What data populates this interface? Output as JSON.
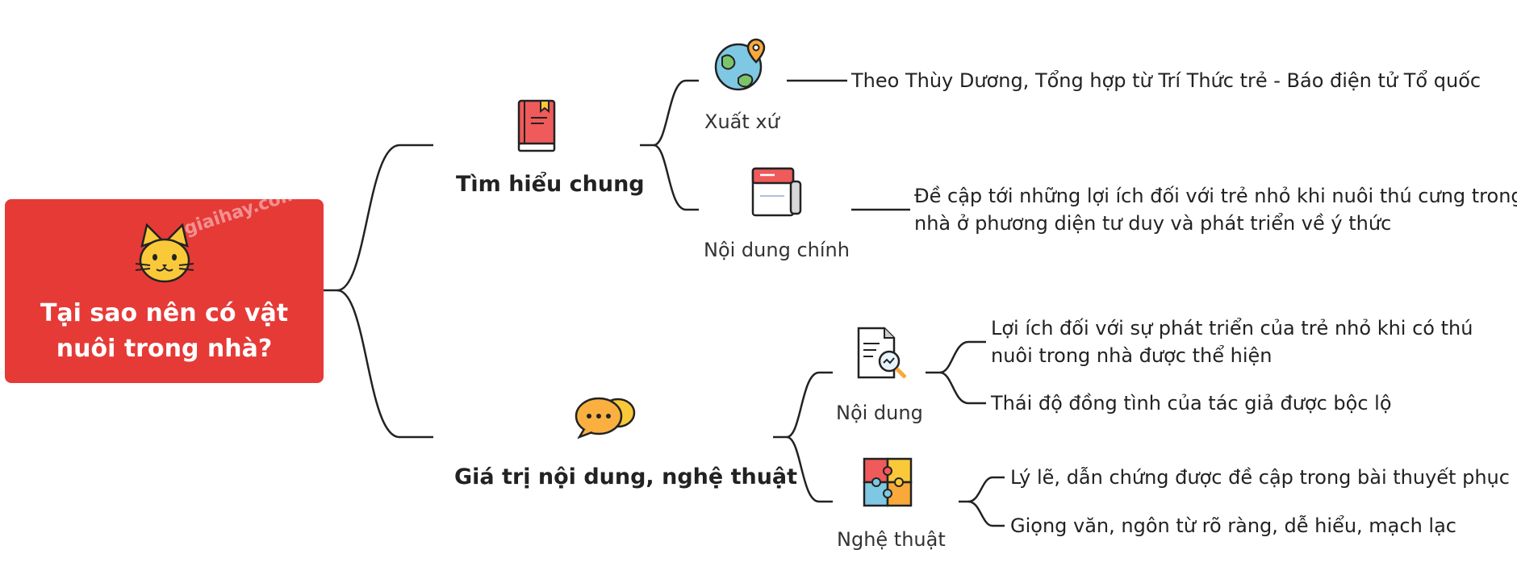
{
  "root": {
    "title_line1": "Tại sao nên có vật",
    "title_line2": "nuôi trong nhà?",
    "icon": "cat-icon",
    "watermark": "giaihay.com"
  },
  "branches": [
    {
      "label": "Tìm hiểu chung",
      "icon": "book-icon",
      "children": [
        {
          "label": "Xuất xứ",
          "icon": "globe-pin-icon",
          "details": [
            "Theo Thùy Dương, Tổng hợp từ Trí Thức trẻ - Báo điện tử Tổ quốc"
          ]
        },
        {
          "label": "Nội dung chính",
          "icon": "calendar-notebook-icon",
          "details": [
            "Đề cập tới những lợi ích đối với trẻ nhỏ khi nuôi thú cưng trong",
            "nhà ở phương diện tư duy và phát triển về ý thức"
          ]
        }
      ]
    },
    {
      "label": "Giá trị nội dung, nghệ thuật",
      "icon": "chat-bubbles-icon",
      "children": [
        {
          "label": "Nội dung",
          "icon": "document-magnifier-icon",
          "details": [
            [
              "Lợi ích đối với sự phát triển của trẻ nhỏ khi có thú",
              "nuôi trong nhà được thể hiện"
            ],
            [
              "Thái độ đồng tình của tác giả được bộc lộ"
            ]
          ]
        },
        {
          "label": "Nghệ thuật",
          "icon": "puzzle-icon",
          "details": [
            [
              "Lý lẽ, dẫn chứng được đề cập trong bài thuyết phục"
            ],
            [
              "Giọng văn, ngôn từ rõ ràng, dễ hiểu, mạch lạc"
            ]
          ]
        }
      ]
    }
  ],
  "colors": {
    "root": "#e63a37",
    "line": "#222222"
  }
}
